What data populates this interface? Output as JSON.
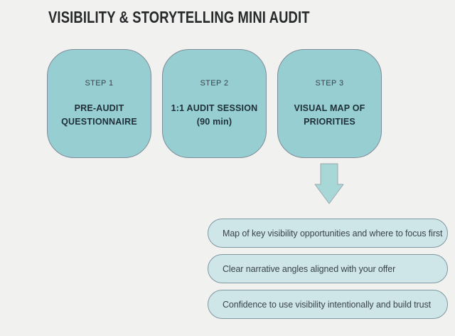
{
  "title": "VISIBILITY & STORYTELLING MINI AUDIT",
  "colors": {
    "background": "#f1f1ef",
    "box_fill": "#96ced1",
    "box_border": "#7e8c99",
    "pill_fill": "#cfe6e9",
    "pill_border": "#7f98a1",
    "arrow_fill": "#a8d7d8",
    "arrow_border": "#9aa7ad",
    "title_color": "#26282a",
    "step_label_color": "#37454c",
    "step_title_color": "#1e2f38",
    "pill_text_color": "#39444b"
  },
  "steps": [
    {
      "label": "STEP 1",
      "title_lines": [
        "PRE-AUDIT",
        "QUESTIONNAIRE"
      ]
    },
    {
      "label": "STEP 2",
      "title_lines": [
        "1:1 AUDIT SESSION",
        "(90 min)"
      ]
    },
    {
      "label": "STEP 3",
      "title_lines": [
        "VISUAL MAP OF",
        "PRIORITIES"
      ]
    }
  ],
  "arrow": {
    "name": "down-arrow"
  },
  "outcomes": [
    "Map of key visibility opportunities and where to focus first",
    "Clear narrative angles aligned with your offer",
    "Confidence to use visibility intentionally and build trust"
  ]
}
